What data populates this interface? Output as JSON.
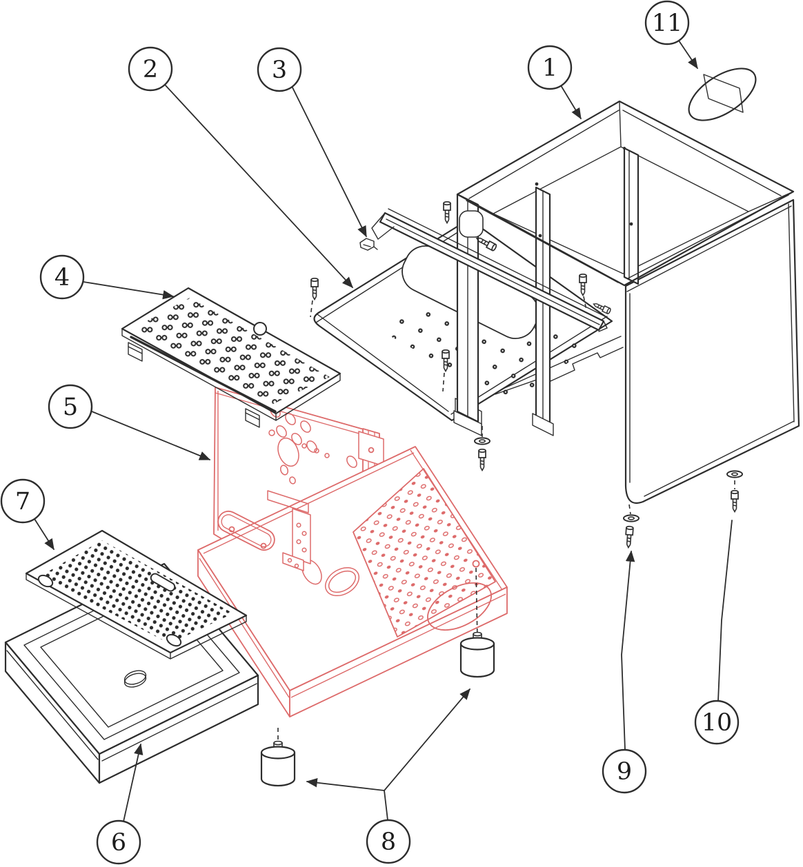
{
  "diagram": {
    "colors": {
      "line": "#2d2d2d",
      "accent_red": "#dd6a6a",
      "background": "#ffffff"
    },
    "callouts": [
      {
        "number": "1",
        "part": "housing-frame"
      },
      {
        "number": "2",
        "part": "base-mounting-plate"
      },
      {
        "number": "3",
        "part": "retaining-clip"
      },
      {
        "number": "4",
        "part": "cup-warmer-grate"
      },
      {
        "number": "5",
        "part": "inner-chassis-highlighted"
      },
      {
        "number": "6",
        "part": "drip-tray"
      },
      {
        "number": "7",
        "part": "drip-tray-grate"
      },
      {
        "number": "8",
        "part": "adjustable-foot"
      },
      {
        "number": "9",
        "part": "screw-and-washer-left"
      },
      {
        "number": "10",
        "part": "screw-and-washer-right"
      },
      {
        "number": "11",
        "part": "logo-badge"
      }
    ]
  }
}
